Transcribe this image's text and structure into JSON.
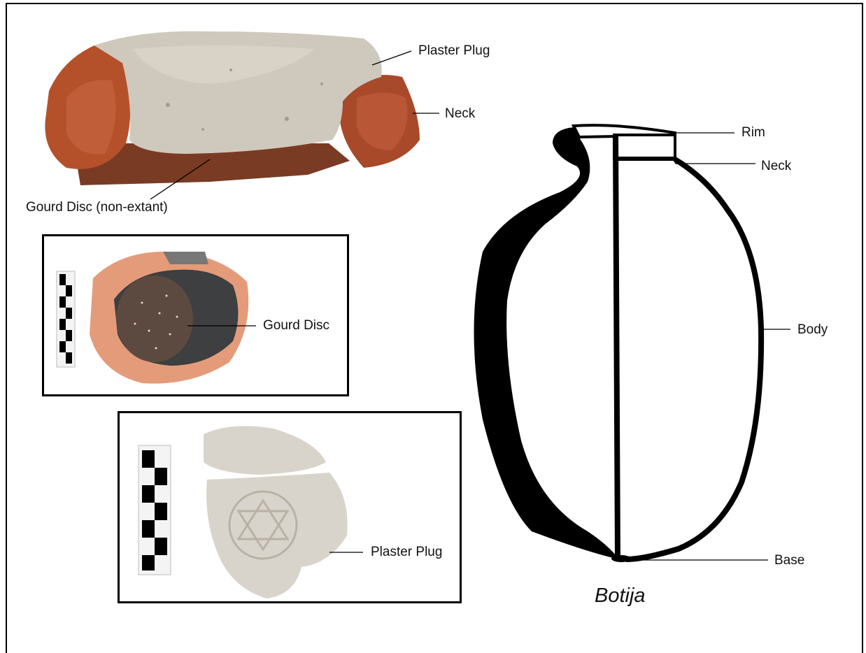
{
  "photo_top": {
    "labels": {
      "plaster_plug": "Plaster Plug",
      "neck": "Neck",
      "gourd_disc_nonextant": "Gourd Disc (non-extant)"
    }
  },
  "photo_gourd": {
    "labels": {
      "gourd_disc": "Gourd Disc"
    }
  },
  "photo_plaster": {
    "labels": {
      "plaster_plug": "Plaster Plug"
    }
  },
  "botija_diagram": {
    "title": "Botija",
    "labels": {
      "rim": "Rim",
      "neck": "Neck",
      "body": "Body",
      "base": "Base"
    }
  },
  "colors": {
    "terracotta": "#b5512a",
    "plaster": "#cfc8bd",
    "gourd": "#5c4a40",
    "ink": "#000000"
  }
}
